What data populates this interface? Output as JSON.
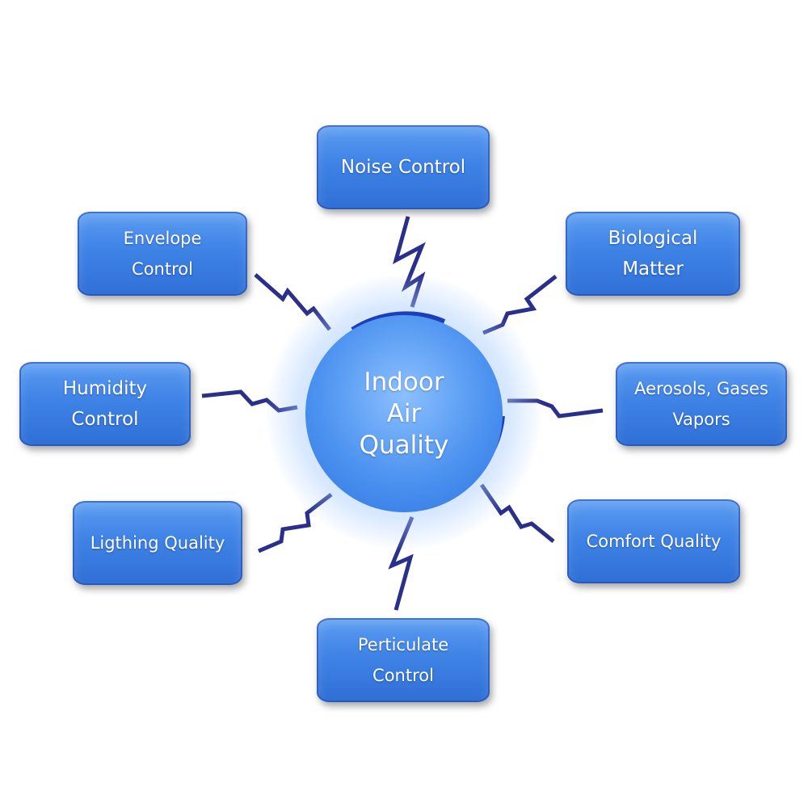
{
  "center": {
    "lines": [
      "Indoor",
      "Air",
      "Quality"
    ]
  },
  "nodes": [
    {
      "id": "noise",
      "lines": [
        "Noise Control"
      ]
    },
    {
      "id": "biological",
      "lines": [
        "Biological",
        "Matter"
      ]
    },
    {
      "id": "aerosols",
      "lines": [
        "Aerosols, Gases",
        "Vapors"
      ]
    },
    {
      "id": "comfort",
      "lines": [
        "Comfort Quality"
      ]
    },
    {
      "id": "perticulate",
      "lines": [
        "Perticulate",
        "Control"
      ]
    },
    {
      "id": "lighting",
      "lines": [
        "Ligthing Quality"
      ]
    },
    {
      "id": "humidity",
      "lines": [
        "Humidity",
        "Control"
      ]
    },
    {
      "id": "envelope",
      "lines": [
        "Envelope",
        "Control"
      ]
    }
  ],
  "colors": {
    "box": "#3f83e6",
    "connector": "#2a2f8a",
    "center": "#4d93f0",
    "text": "#ffffff"
  }
}
